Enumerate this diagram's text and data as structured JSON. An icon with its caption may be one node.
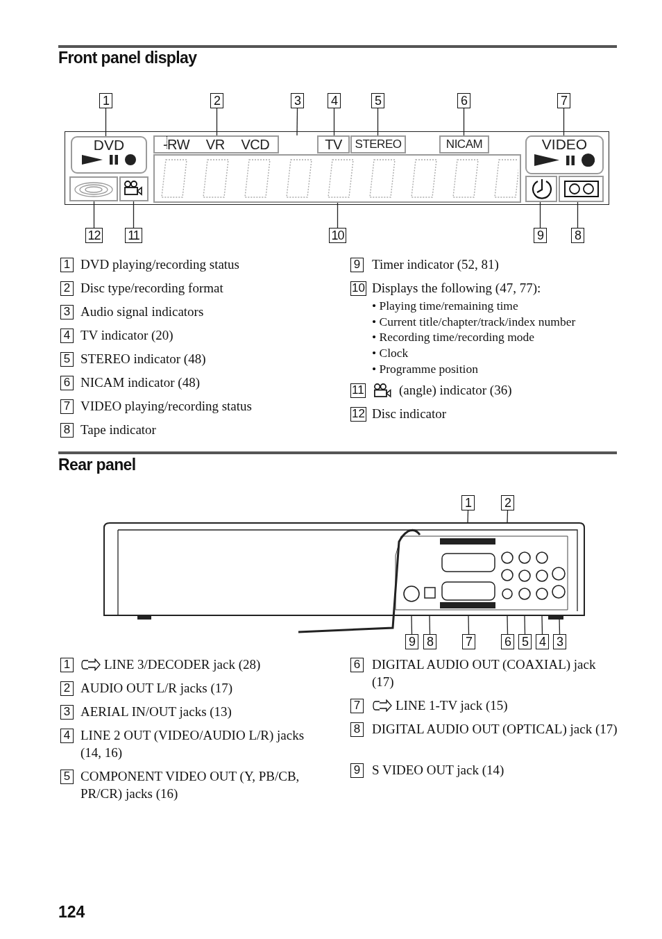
{
  "diagram": {
    "nodes": [
      {
        "text": [
          "1"
        ]
      },
      {
        "text": [
          "2"
        ]
      },
      {
        "text": [
          "3"
        ]
      },
      {
        "text": [
          "4"
        ]
      },
      {
        "text": [
          "5"
        ]
      },
      {
        "text": [
          "6"
        ]
      },
      {
        "text": [
          "7"
        ]
      },
      {
        "text": [
          "DVD"
        ]
      },
      {
        "text": [
          "-RW",
          "VR",
          "VCD"
        ]
      },
      {
        "text": [
          "TV"
        ]
      },
      {
        "text": [
          "STEREO"
        ]
      },
      {
        "text": [
          "NICAM"
        ]
      },
      {
        "text": [
          "VIDEO"
        ]
      },
      {
        "text": [],
        "shape": "box"
      },
      {
        "text": [],
        "shape": "box"
      },
      {
        "text": [],
        "shape": "box"
      },
      {
        "text": [],
        "shape": "box"
      },
      {
        "text": [],
        "shape": "box"
      },
      {
        "text": [
          "12"
        ]
      },
      {
        "text": [
          "11"
        ]
      },
      {
        "text": [
          "10"
        ]
      },
      {
        "text": [
          "9"
        ]
      },
      {
        "text": [
          "8"
        ]
      },
      {
        "text": [
          "1"
        ]
      },
      {
        "text": [
          "2"
        ]
      },
      {
        "text": [
          "9"
        ]
      },
      {
        "text": [
          "8"
        ]
      },
      {
        "text": [
          "7"
        ]
      },
      {
        "text": [
          "6"
        ]
      },
      {
        "text": [
          "5"
        ]
      },
      {
        "text": [
          "4"
        ]
      },
      {
        "text": [
          "3"
        ]
      },
      {
        "text": [],
        "shape": "picture"
      }
    ],
    "edges": [
      {
        "from": 0,
        "to": 7,
        "arrow": "none"
      },
      {
        "from": 1,
        "to": 8,
        "arrow": "none"
      },
      {
        "from": 2,
        "to": null,
        "arrow": "none"
      },
      {
        "from": 3,
        "to": 9,
        "arrow": "none"
      },
      {
        "from": 4,
        "to": 10,
        "arrow": "none"
      },
      {
        "from": 5,
        "to": 11,
        "arrow": "none"
      },
      {
        "from": 6,
        "to": 12,
        "arrow": "none"
      },
      {
        "from": 18,
        "to": 13,
        "arrow": "none"
      },
      {
        "from": 19,
        "to": 14,
        "arrow": "none"
      },
      {
        "from": 20,
        "to": 15,
        "arrow": "none"
      },
      {
        "from": 21,
        "to": 16,
        "arrow": "none"
      },
      {
        "from": 22,
        "to": 17,
        "arrow": "none"
      },
      {
        "from": 23,
        "to": 32,
        "arrow": "none"
      },
      {
        "from": 24,
        "to": 32,
        "arrow": "none"
      },
      {
        "from": 25,
        "to": 32,
        "arrow": "none"
      },
      {
        "from": 26,
        "to": 32,
        "arrow": "none"
      },
      {
        "from": 27,
        "to": 32,
        "arrow": "none"
      },
      {
        "from": 28,
        "to": 32,
        "arrow": "none"
      },
      {
        "from": 29,
        "to": 32,
        "arrow": "none"
      },
      {
        "from": 30,
        "to": 32,
        "arrow": "none"
      },
      {
        "from": 31,
        "to": 32,
        "arrow": "none"
      }
    ],
    "labels": [
      "Front panel display",
      "1",
      "DVD playing/recording status",
      "2",
      "Disc type/recording format",
      "3",
      "Audio signal indicators",
      "4",
      "TV indicator (20)",
      "5",
      "STEREO indicator (48)",
      "6",
      "NICAM indicator (48)",
      "7",
      "VIDEO playing/recording status",
      "8",
      "Tape indicator",
      "9",
      "Timer indicator (52, 81)",
      "10",
      "Displays the following (47, 77):",
      "• Playing time/remaining time",
      "• Current title/chapter/track/index number",
      "• Recording time/recording mode",
      "• Clock",
      "• Programme position",
      "11",
      "(angle) indicator (36)",
      "12",
      "Disc indicator",
      "Rear panel",
      "1",
      "LINE 3/DECODER jack (28)",
      "2",
      "AUDIO OUT L/R jacks (17)",
      "3",
      "AERIAL IN/OUT jacks (13)",
      "4",
      "LINE 2 OUT (VIDEO/AUDIO L/R) jacks (14, 16)",
      "5",
      "COMPONENT VIDEO OUT (Y, PB/CB, PR/CR) jacks (16)",
      "6",
      "DIGITAL AUDIO OUT (COAXIAL) jack (17)",
      "7",
      "LINE 1-TV jack (15)",
      "8",
      "DIGITAL AUDIO OUT (OPTICAL) jack (17)",
      "9",
      "S VIDEO OUT jack (14)",
      "124"
    ]
  }
}
